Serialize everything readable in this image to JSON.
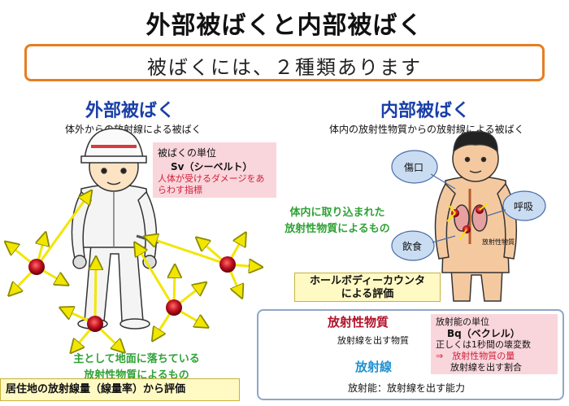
{
  "title": "外部被ばくと内部被ばく",
  "subtitle": "被ばくには、２種類あります",
  "external": {
    "heading": "外部被ばく",
    "caption": "体外からの放射線による被ばく",
    "unit_box": {
      "line1": "被ばくの単位",
      "line2": "Sv（シーベルト）",
      "line3": "人体が受けるダメージをあらわす指標"
    },
    "ground_note_line1": "主として地面に落ちている",
    "ground_note_line2": "放射性物質によるもの",
    "evaluation": "居住地の放射線量（線量率）から評価"
  },
  "internal": {
    "heading": "内部被ばく",
    "caption": "体内の放射性物質からの放射線による被ばく",
    "intake_line1": "体内に取り込まれた",
    "intake_line2": "放射性物質によるもの",
    "routes": [
      "傷口",
      "呼吸",
      "飲食"
    ],
    "body_label": "放射性物質",
    "wbc_line1": "ホールボディーカウンタ",
    "wbc_line2": "による評価"
  },
  "legend": {
    "material": "放射性物質",
    "material_sub": "放射線を出す物質",
    "ray": "放射線",
    "capacity": "放射能：放射線を出す能力",
    "activity_box": {
      "line1": "放射能の単位",
      "line2": "Bq（ベクレル）",
      "line3": "正しくは1秒間の壊変数",
      "line4": "⇒　放射性物質の量",
      "line5": "放射線を出す割合"
    }
  },
  "colors": {
    "accent_orange": "#e67e22",
    "heading_blue": "#1a3fa8",
    "green": "#2fa236",
    "red": "#b3122a",
    "arrow_yellow": "#f2e600"
  }
}
